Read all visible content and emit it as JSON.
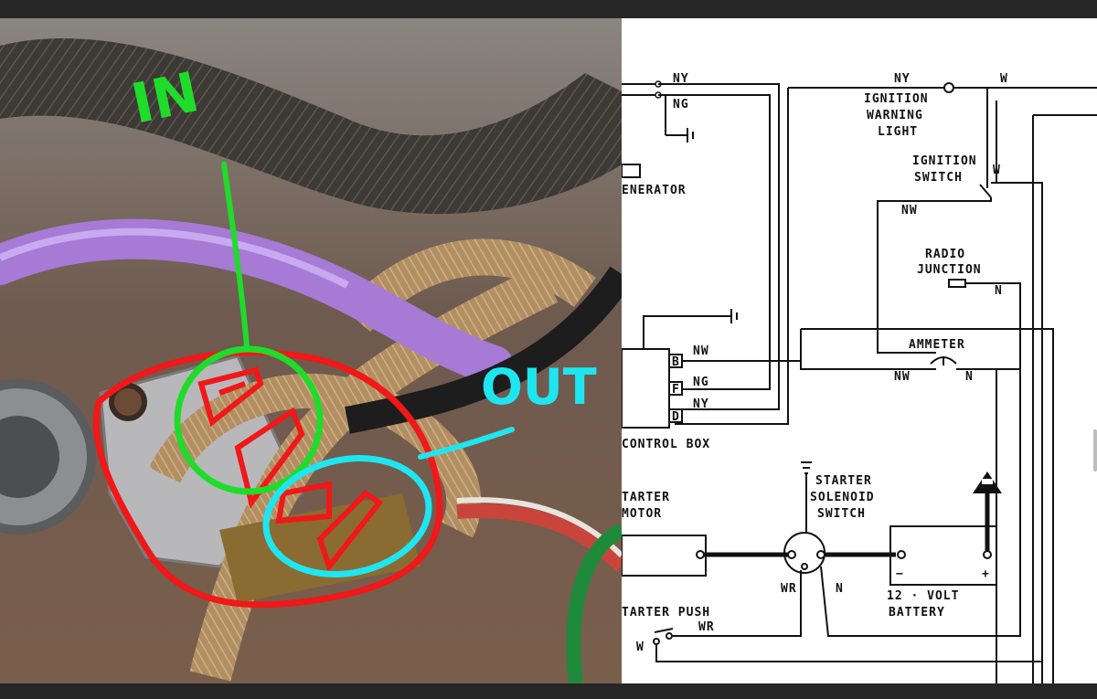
{
  "photo": {
    "label_in": "IN",
    "label_out": "OUT",
    "colors": {
      "in": "#1fdc2a",
      "out": "#1ee6f0",
      "outline": "#f01818",
      "purple_wire": "#a77ad6",
      "cloth_wire": "#b89768"
    }
  },
  "diagram": {
    "labels": {
      "ny_top": "NY",
      "ng_top": "NG",
      "generator": "ENERATOR",
      "ny_ign": "NY",
      "w_top": "W",
      "ign_warning_1": "IGNITION",
      "ign_warning_2": "WARNING",
      "ign_warning_3": "LIGHT",
      "ign_switch_1": "IGNITION",
      "ign_switch_2": "SWITCH",
      "w_switch": "W",
      "nw_switch": "NW",
      "radio_1": "RADIO",
      "radio_2": "JUNCTION",
      "n_radio": "N",
      "ammeter": "AMMETER",
      "nw_ammeter": "NW",
      "n_ammeter": "N",
      "nw_box": "NW",
      "ng_box": "NG",
      "ny_box": "NY",
      "term_b": "B",
      "term_f": "F",
      "term_d": "D",
      "control_box": "CONTROL BOX",
      "starter_motor_1": "TARTER",
      "starter_motor_2": "MOTOR",
      "solenoid_1": "STARTER",
      "solenoid_2": "SOLENOID",
      "solenoid_3": "SWITCH",
      "wr_sol": "WR",
      "n_sol": "N",
      "battery_1": "12 · VOLT",
      "battery_2": "BATTERY",
      "minus": "−",
      "plus": "+",
      "push_1": "TARTER PUSH",
      "wr_push": "WR",
      "w_push": "W"
    }
  }
}
